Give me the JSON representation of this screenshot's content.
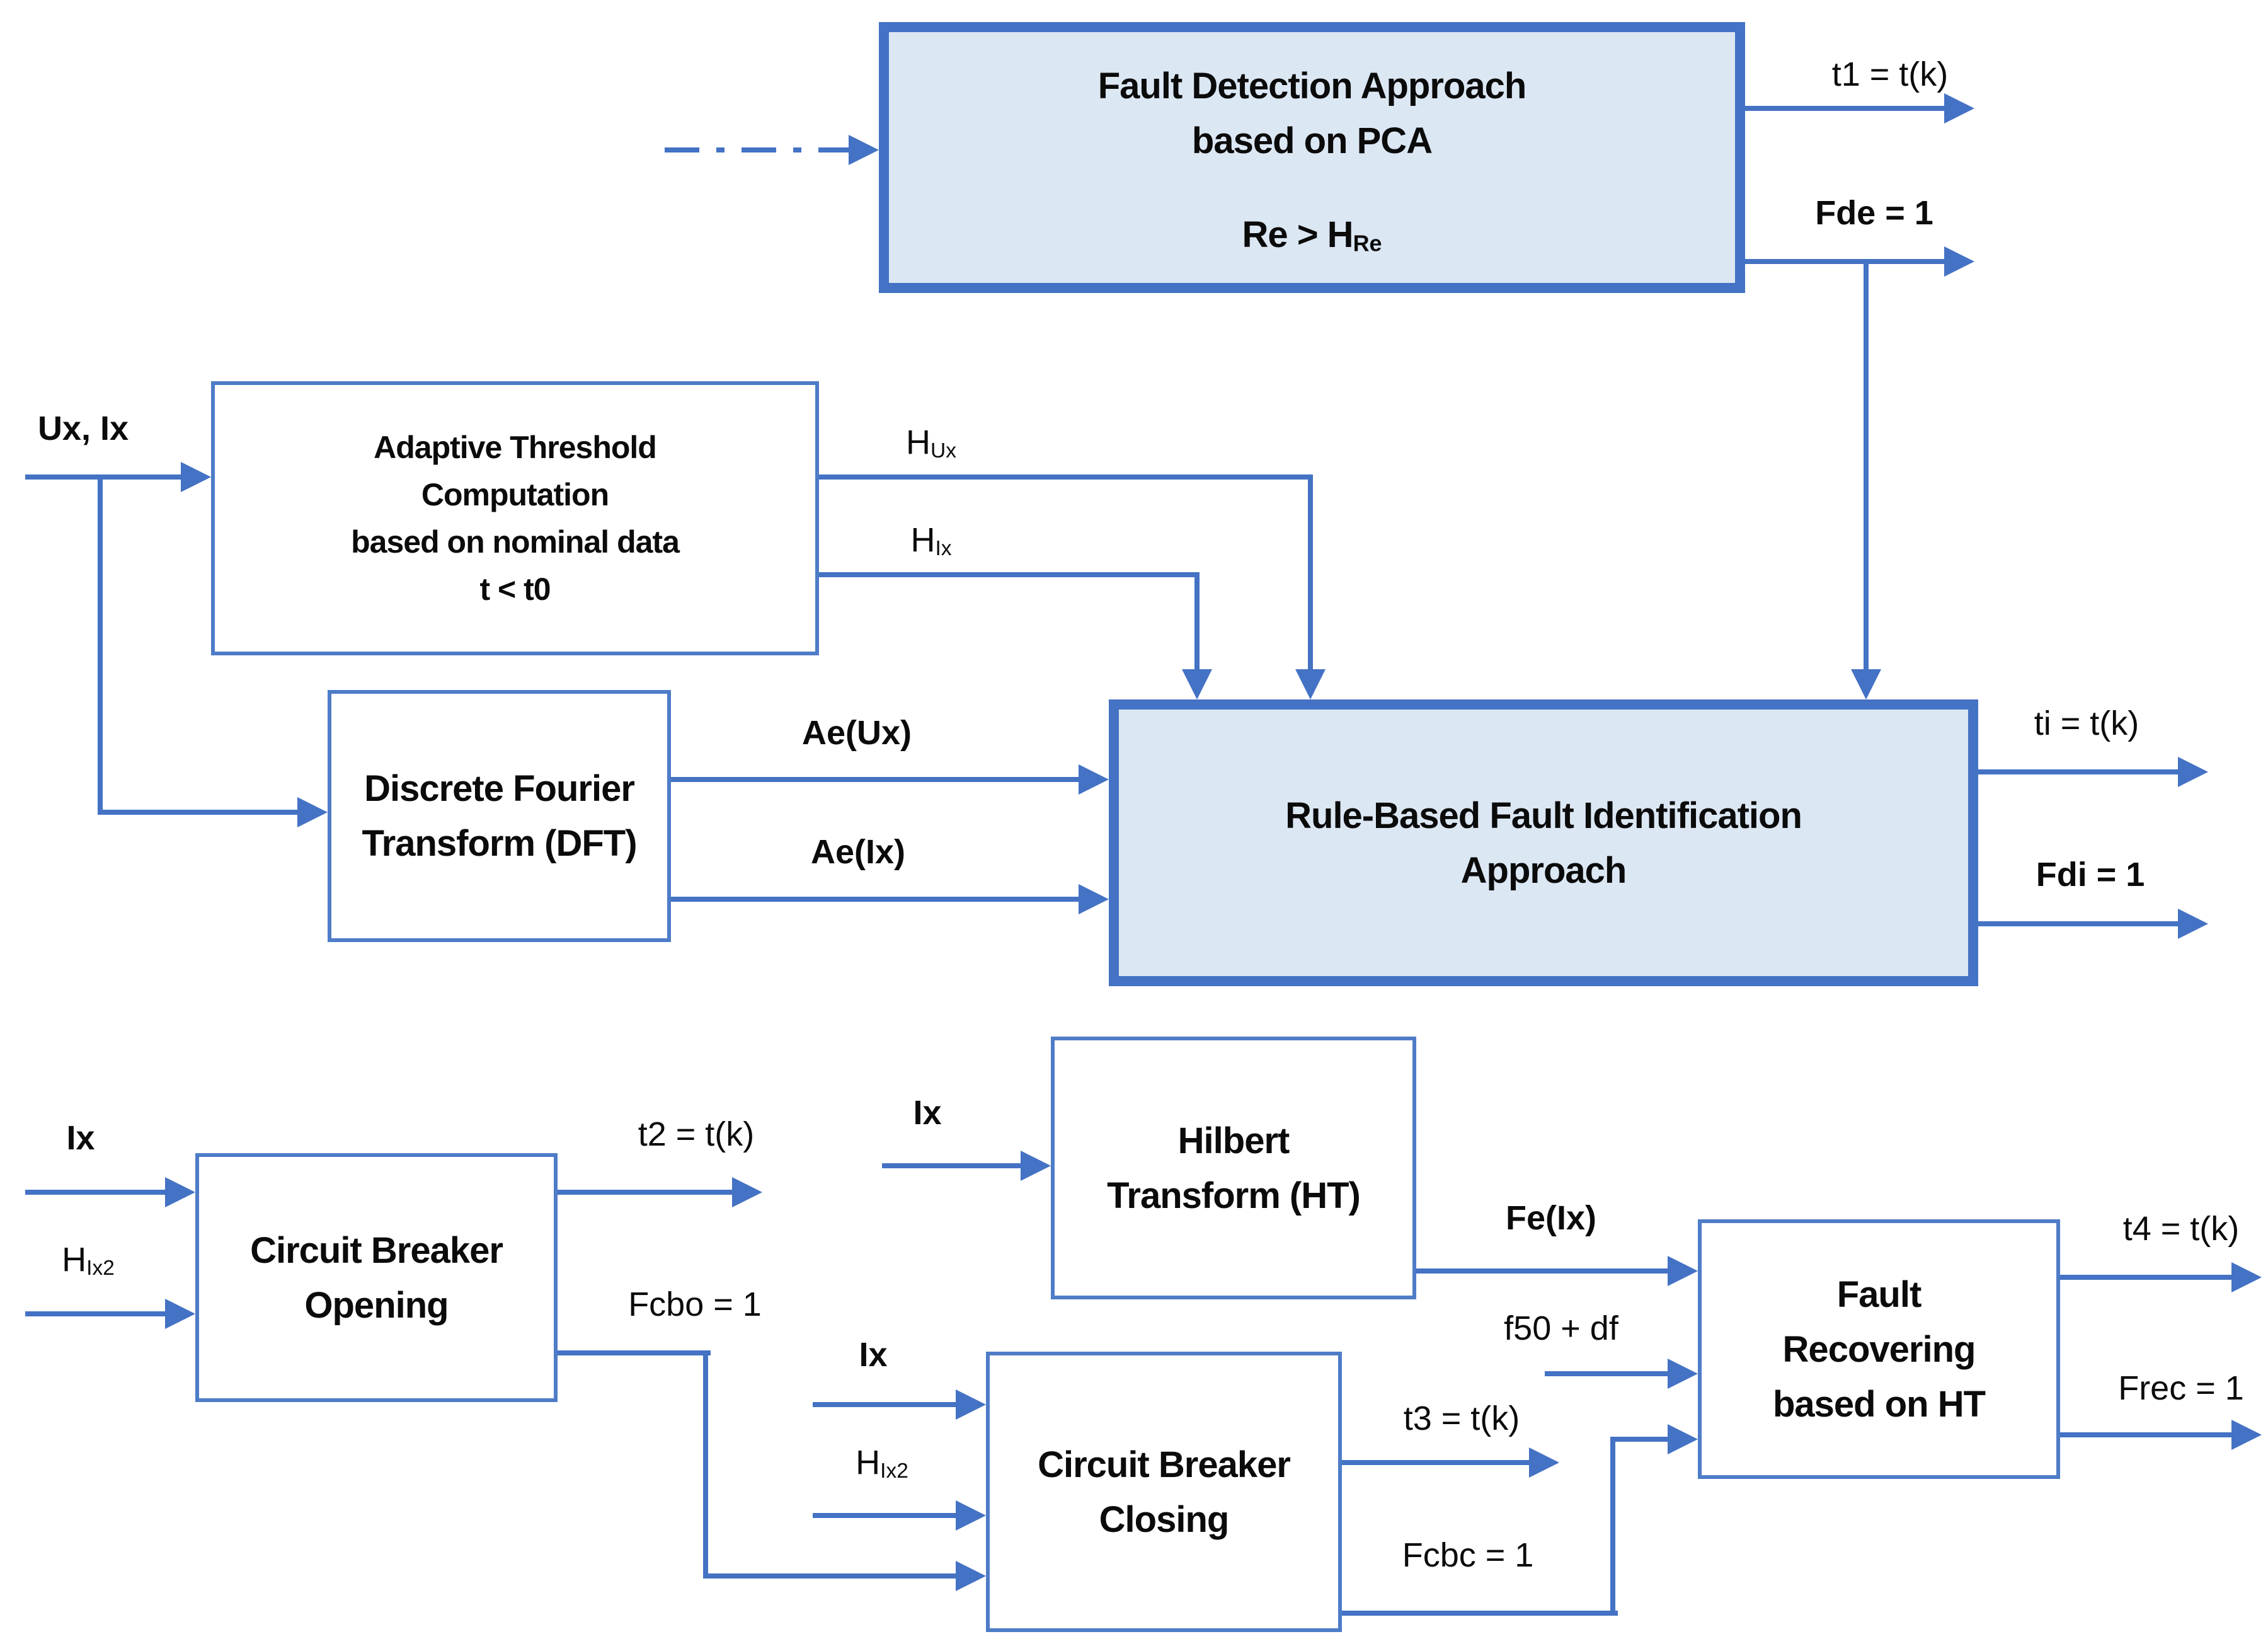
{
  "colors": {
    "accent": "#4472C4",
    "block_fill": "#DCE7F4",
    "white_block_border": "#4E7CC7",
    "text": "#0b0b0b"
  },
  "blocks": {
    "fault_detection": {
      "line1": "Fault Detection Approach",
      "line2": "based on PCA",
      "formula_main": "Re > H",
      "formula_sub": "Re"
    },
    "adaptive_threshold": {
      "line1": "Adaptive Threshold",
      "line2": "Computation",
      "line3": "based on nominal data",
      "line4": "t < t0"
    },
    "dft": {
      "line1": "Discrete Fourier",
      "line2": "Transform (DFT)"
    },
    "rule_based": {
      "line1": "Rule-Based Fault Identification",
      "line2": "Approach"
    },
    "cb_opening": {
      "line1": "Circuit Breaker",
      "line2": "Opening"
    },
    "hilbert": {
      "line1": "Hilbert",
      "line2": "Transform (HT)"
    },
    "cb_closing": {
      "line1": "Circuit Breaker",
      "line2": "Closing"
    },
    "fault_recovering": {
      "line1": "Fault",
      "line2": "Recovering",
      "line3": "based on HT"
    }
  },
  "labels": {
    "t1": "t1 = t(k)",
    "fde": "Fde = 1",
    "ux_ix": "Ux, Ix",
    "h": "H",
    "hux_sub": "Ux",
    "hix_sub": "Ix",
    "hix2_sub": "Ix2",
    "ae_ux": "Ae(Ux)",
    "ae_ix": "Ae(Ix)",
    "ti": "ti = t(k)",
    "fdi": "Fdi = 1",
    "ix": "Ix",
    "t2": "t2 = t(k)",
    "fcbo": "Fcbo = 1",
    "fe_ix": "Fe(Ix)",
    "f50": "f50 + df",
    "t3": "t3 = t(k)",
    "fcbc": "Fcbc = 1",
    "t4": "t4 = t(k)",
    "frec": "Frec = 1"
  }
}
